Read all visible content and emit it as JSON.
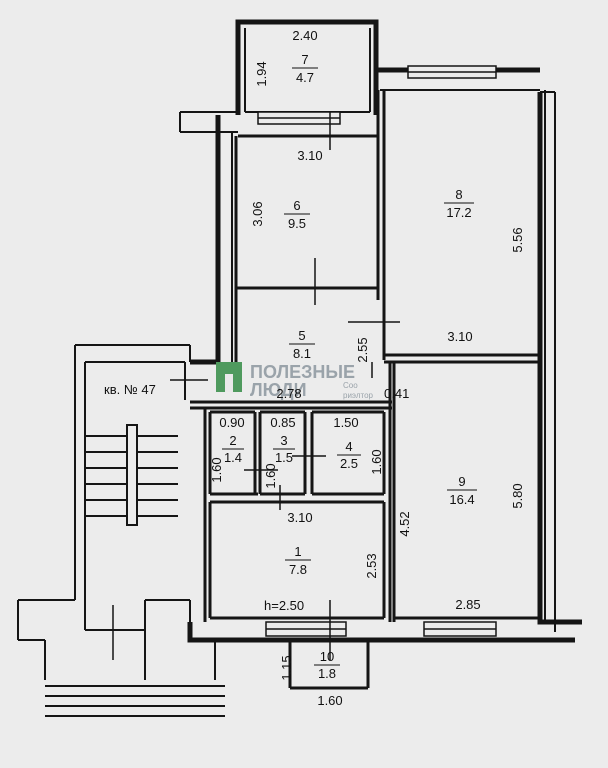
{
  "apartment_label": "кв. № 47",
  "ceiling_height": "h=2.50",
  "watermark": {
    "line1": "ПОЛЕЗНЫЕ",
    "line2": "ЛЮДИ",
    "small1": "Соо",
    "small2": "риэлтор",
    "color": "#4f9a5e"
  },
  "rooms": [
    {
      "id": "1",
      "area": "7.8"
    },
    {
      "id": "2",
      "area": "1.4"
    },
    {
      "id": "3",
      "area": "1.5"
    },
    {
      "id": "4",
      "area": "2.5"
    },
    {
      "id": "5",
      "area": "8.1"
    },
    {
      "id": "6",
      "area": "9.5"
    },
    {
      "id": "7",
      "area": "4.7"
    },
    {
      "id": "8",
      "area": "17.2"
    },
    {
      "id": "9",
      "area": "16.4"
    },
    {
      "id": "10",
      "area": "1.8"
    }
  ],
  "dimensions": {
    "r7_width": "2.40",
    "r7_height": "1.94",
    "r6_width": "3.10",
    "r6_height": "3.06",
    "r8_height": "5.56",
    "r8_width": "3.10",
    "r5_height": "2.55",
    "r5_width": "2.78",
    "r5_offset": "0.41",
    "r2_width": "0.90",
    "r2_height": "1.60",
    "r3_width": "0.85",
    "r3_height": "1.60",
    "r4_width": "1.50",
    "r4_height": "1.60",
    "r1_width": "3.10",
    "r1_height": "2.53",
    "r9_height": "5.80",
    "r9_height2": "4.52",
    "r9_width": "2.85",
    "r10_height": "1.15",
    "r10_width": "1.60"
  }
}
